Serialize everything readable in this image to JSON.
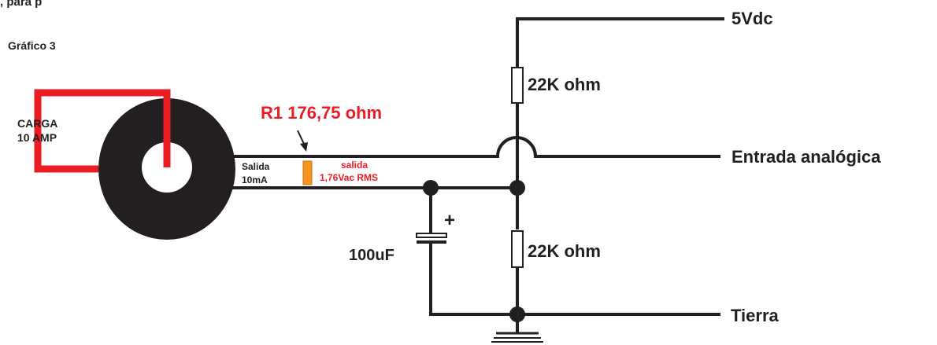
{
  "figure": {
    "caption": "Gráfico 3",
    "top_fragment": ", para p"
  },
  "labels": {
    "load_line1": "CARGA",
    "load_line2": "10 AMP",
    "burden_resistor": "R1 176,75 ohm",
    "ct_output_line1": "Salida",
    "ct_output_line2": "10mA",
    "output_line1": "salida",
    "output_line2": "1,76Vac RMS",
    "supply": "5Vdc",
    "resistor_top": "22K ohm",
    "resistor_bottom": "22K ohm",
    "analog_input": "Entrada analógica",
    "capacitor": "100uF",
    "capacitor_polarity": "+",
    "ground": "Tierra"
  },
  "colors": {
    "wire": "#231f20",
    "load_wire": "#ec1c24",
    "resistor_r1": "#f7941d",
    "accent_text": "#ec1c24",
    "text": "#231f20",
    "core": "#231f20",
    "core_hole": "#ffffff"
  }
}
